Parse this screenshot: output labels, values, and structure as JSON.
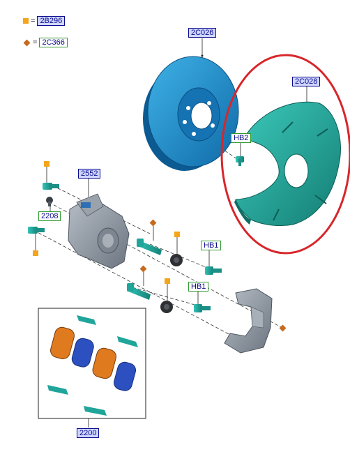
{
  "legend": [
    {
      "symbol": "square",
      "code": "2B296",
      "equals": "="
    },
    {
      "symbol": "diamond",
      "code": "2C366",
      "equals": "="
    }
  ],
  "labels": {
    "disc": "2C026",
    "shield": "2C028",
    "hb2": "HB2",
    "caliper": "2552",
    "bleeder": "2208",
    "hb1_top": "HB1",
    "hb1_bottom": "HB1",
    "pads": "2200"
  },
  "colors": {
    "disc": "#1e8fcf",
    "shield": "#1fa59a",
    "caliper": "#8a939e",
    "pad_orange": "#e07a1f",
    "pad_blue": "#2c50c0",
    "square_marker": "#f4a51c",
    "diamond_marker": "#c56b1f",
    "highlight_circle": "#d7262b"
  }
}
